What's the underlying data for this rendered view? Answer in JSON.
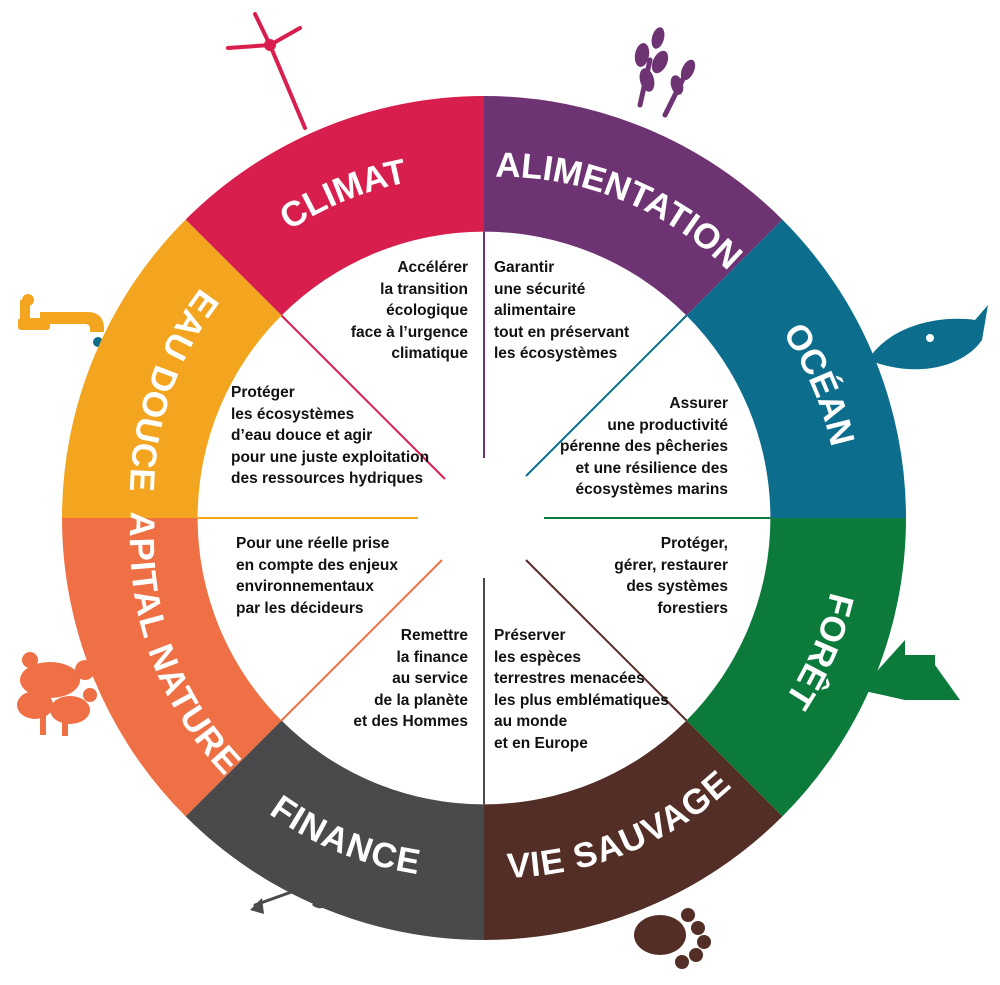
{
  "segments": [
    {
      "key": "climat",
      "label": "CLIMAT",
      "color": "#d81e4d",
      "icon": "wind-turbine-icon",
      "description": "Accélérer\nla transition\nécologique\nface à l’urgence\nclimatique"
    },
    {
      "key": "alimentation",
      "label": "ALIMENTATION",
      "color": "#6e3372",
      "icon": "wheat-icon",
      "description": "Garantir\nune sécurité\nalimentaire\ntout en préservant\nles écosystèmes"
    },
    {
      "key": "ocean",
      "label": "OCÉAN",
      "color": "#0c6e8c",
      "icon": "fish-icon",
      "description": "Assurer\nune productivité\npérenne des pêcheries\net une résilience des\nécosystèmes marins"
    },
    {
      "key": "foret",
      "label": "FORÊT",
      "color": "#0c7a3b",
      "icon": "tree-icon",
      "description": "Protéger,\ngérer, restaurer\ndes systèmes\nforestiers"
    },
    {
      "key": "vie_sauvage",
      "label": "VIE SAUVAGE",
      "color": "#532e26",
      "icon": "footprint-icon",
      "description": "Préserver\nles espèces\nterrestres menacées\nles plus emblématiques\nau monde\net en Europe"
    },
    {
      "key": "finance",
      "label": "FINANCE",
      "color": "#4a4a4c",
      "icon": "finance-chart-icon",
      "description": "Remettre\nla finance\nau service\nde la planète\net des Hommes"
    },
    {
      "key": "capital_naturel",
      "label": "CAPITAL NATUREL",
      "color": "#ee7044",
      "icon": "biodiversity-icon",
      "description": "Pour une réelle prise\nen compte des enjeux\nenvironnementaux\npar les décideurs"
    },
    {
      "key": "eau_douce",
      "label": "EAU DOUCE",
      "color": "#f4a51f",
      "icon": "water-tap-icon",
      "description": "Protéger\nles écosystèmes\nd’eau douce et agir\npour une juste exploitation\ndes ressources hydriques"
    }
  ]
}
